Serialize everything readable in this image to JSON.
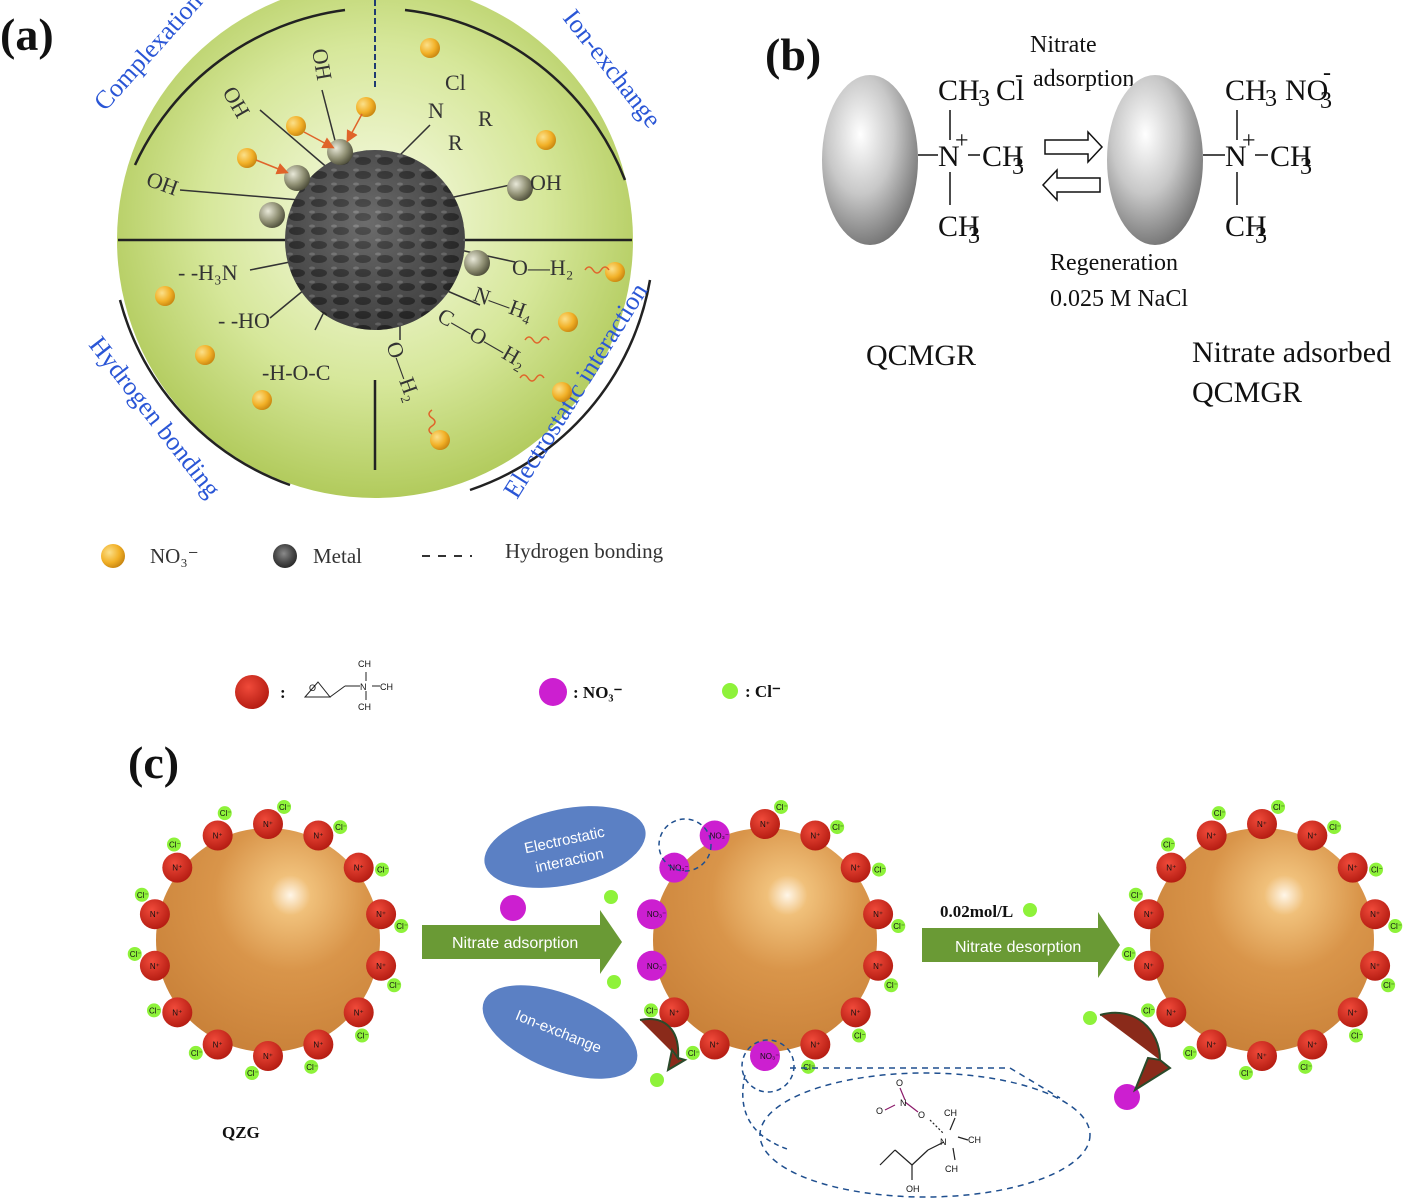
{
  "panel_a": {
    "label": "(a)",
    "quadrants": [
      "Complexation",
      "Ion-exchange",
      "Hydrogen bonding",
      "Electrostatic interaction"
    ],
    "groups": {
      "oh1": "OH",
      "oh2": "OH",
      "oh3": "OH",
      "nplus": "N",
      "cl": "Cl",
      "r2": "R",
      "r1": "R",
      "ohminus": "OH",
      "h3n": "- -H₃N",
      "ho": "- -HO",
      "hoco": "-H-O-C",
      "oh2plus": "O—H₂",
      "nh4": "N—H₄",
      "coh2": "C—O—H₂",
      "o_h2": "O—H₂"
    },
    "legend": {
      "nitrate": "NO₃⁻",
      "metal": "Metal",
      "hbond": "Hydrogen bonding"
    }
  },
  "panel_b": {
    "label": "(b)",
    "left_groups": {
      "ch3_top": "CH",
      "cl": "Cl",
      "n": "N",
      "ch3_right": "CH",
      "ch3_bottom": "CH"
    },
    "right_groups": {
      "ch3_top": "CH",
      "no3": "NO",
      "n": "N",
      "ch3_right": "CH",
      "ch3_bottom": "CH"
    },
    "forward": {
      "line1": "Nitrate",
      "line2": "adsorption"
    },
    "reverse": {
      "line1": "Regeneration",
      "line2": "0.025 M NaCl"
    },
    "left_name": "QCMGR",
    "right_name": {
      "line1": "Nitrate adsorbed",
      "line2": "QCMGR"
    }
  },
  "panel_c": {
    "label": "(c)",
    "legend": {
      "red": ":",
      "nitrate": ": NO₃⁻",
      "chloride": ": Cl⁻"
    },
    "left_name": "QZG",
    "arrow1": "Nitrate adsorption",
    "arrow2": "Nitrate desorption",
    "conc": "0.02mol/L",
    "ellipse1": {
      "line1": "Electrostatic",
      "line2": "interaction"
    },
    "ellipse2": "Ion-exchange",
    "ion_labels": {
      "n": "N⁺",
      "cl": "Cl⁻",
      "no3": "NO₃⁻"
    },
    "colors": {
      "orange": "#d9954a",
      "red": "#d42a1d",
      "magenta": "#cc1fd0",
      "green": "#8ef23a",
      "arrow": "#6a9a35",
      "ellipse": "#5b80c4"
    }
  }
}
